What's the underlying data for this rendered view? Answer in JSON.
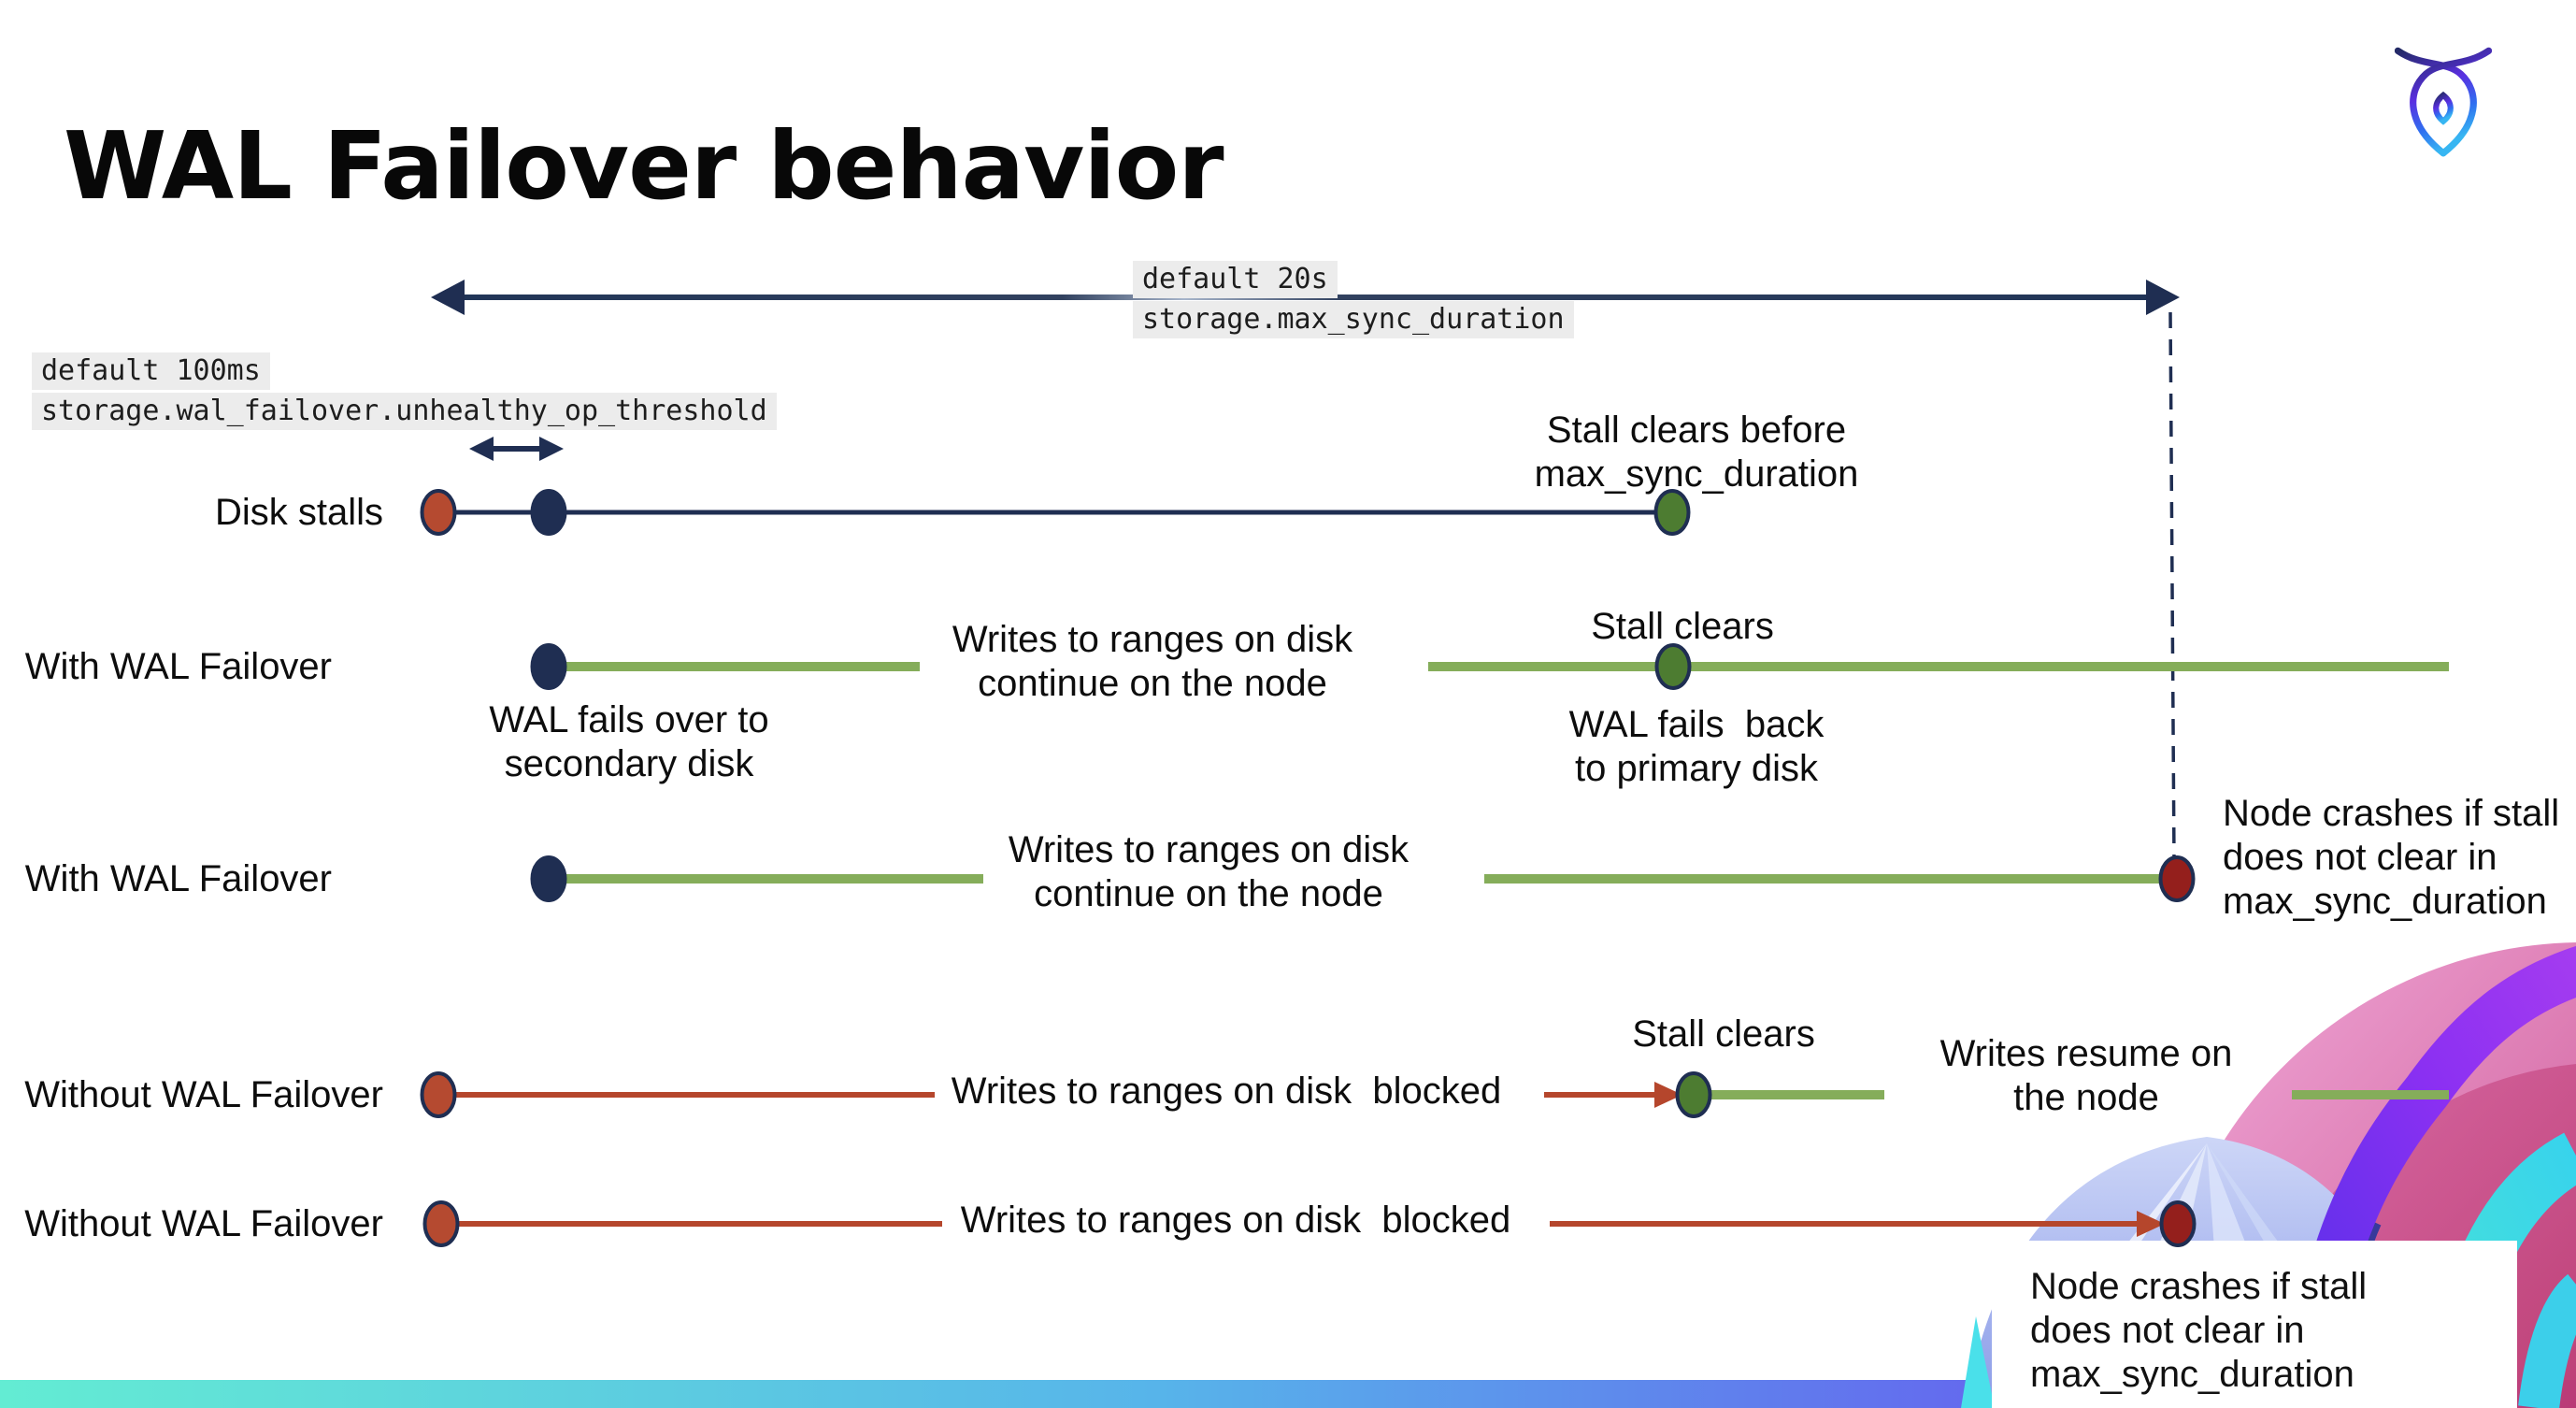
{
  "slide": {
    "title": "WAL Failover behavior"
  },
  "branding": {
    "logo": "cockroachdb-logo",
    "watermark": "cockroach-watermark"
  },
  "settings": {
    "max_sync": {
      "default": "default 20s",
      "name": "storage.max_sync_duration"
    },
    "unhealthy_op": {
      "default": "default 100ms",
      "name": "storage.wal_failover.unhealthy_op_threshold"
    }
  },
  "rows": [
    {
      "label": "Disk stalls"
    },
    {
      "label": "With WAL Failover"
    },
    {
      "label": "With WAL Failover"
    },
    {
      "label": "Without WAL Failover"
    },
    {
      "label": "Without WAL Failover"
    }
  ],
  "annotations": {
    "stall_clears_before_1": "Stall clears before",
    "stall_clears_before_2": "max_sync_duration",
    "stall_clears": "Stall clears",
    "writes_continue_1": "Writes to ranges on disk",
    "writes_continue_2": "continue on the node",
    "wal_fails_over_1": "WAL fails over to",
    "wal_fails_over_2": "secondary disk",
    "wal_fails_back_1": "WAL fails  back",
    "wal_fails_back_2": "to primary disk",
    "node_crashes_1": "Node crashes if stall",
    "node_crashes_2": "does not clear in",
    "node_crashes_3": "max_sync_duration",
    "writes_blocked": "Writes to ranges on disk  blocked",
    "writes_resume_1": "Writes resume on",
    "writes_resume_2": "the node"
  },
  "colors": {
    "navy": "#1f2e52",
    "green_line": "#85ad5a",
    "green_dot": "#4d7c31",
    "red_line": "#b5462c",
    "red_dot": "#b54a30",
    "crash_dot": "#941f1c",
    "code_bg": "#ececec",
    "bar_gradient_start": "#63ecd3",
    "bar_gradient_mid": "#57b4ea",
    "bar_gradient_end": "#6d33f1"
  }
}
